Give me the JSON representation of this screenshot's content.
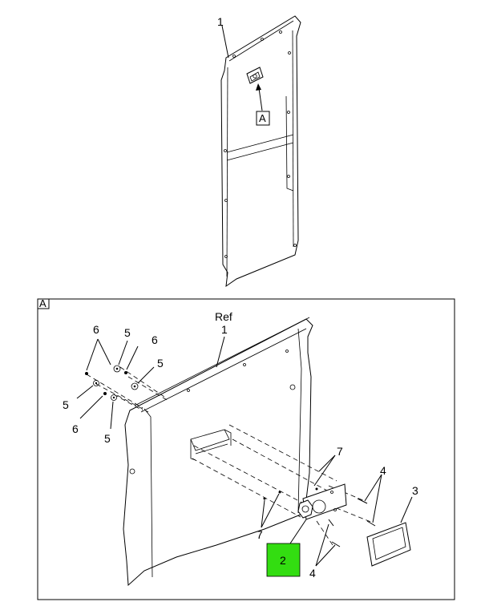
{
  "callouts": {
    "top_panel": "1",
    "view_marker": "A",
    "detail_tag": "A",
    "ref_word": "Ref",
    "ref_number": "1",
    "item2": "2",
    "item3": "3",
    "item4_upper": "4",
    "item4_lower": "4",
    "item5_a": "5",
    "item5_b": "5",
    "item5_c": "5",
    "item5_d": "5",
    "item6_a": "6",
    "item6_b": "6",
    "item6_c": "6",
    "item7_upper": "7",
    "item7_lower": "7"
  },
  "colors": {
    "highlight": "#33dd11",
    "line": "#000000"
  }
}
